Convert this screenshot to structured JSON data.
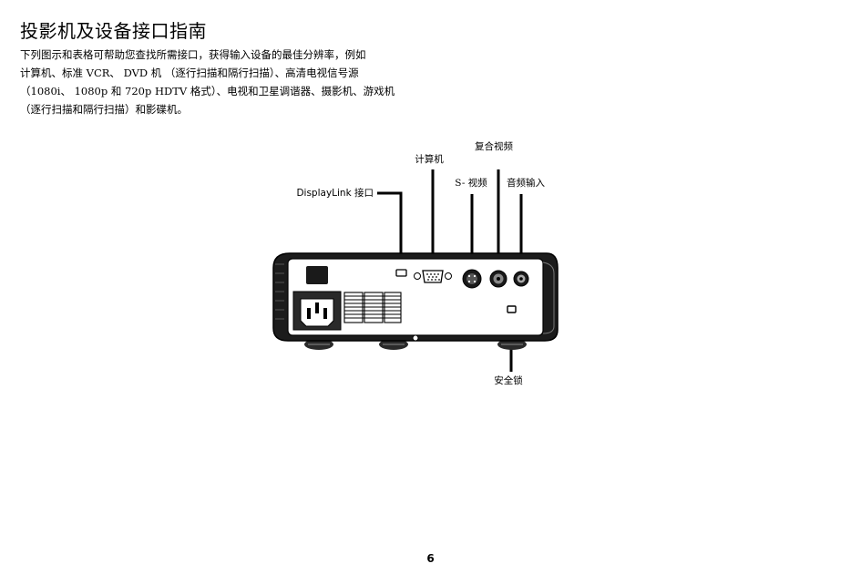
{
  "page": {
    "title": "投影机及设备接口指南",
    "intro_lines": [
      "下列图示和表格可帮助您查找所需接口，获得输入设备的最佳分辨率，例如",
      "计算机、标准 VCR、 DVD 机 （逐行扫描和隔行扫描）、高清电视信号源",
      "（1080i、 1080p 和 720p HDTV 格式）、电视和卫星调谐器、摄影机、游戏机",
      "（逐行扫描和隔行扫描）和影碟机。"
    ],
    "page_number": "6"
  },
  "diagram": {
    "callouts": {
      "displaylink": "DisplayLink 接口",
      "computer": "计算机",
      "composite_video": "复合视频",
      "s_video": "S- 视频",
      "audio_in": "音频输入",
      "security_lock": "安全锁"
    }
  }
}
